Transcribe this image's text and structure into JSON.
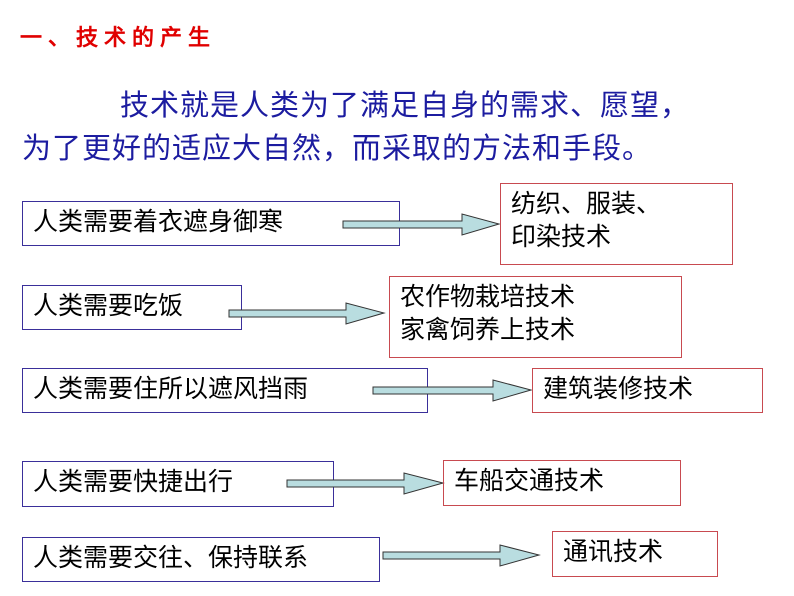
{
  "heading": "一、技术的产生",
  "definition": {
    "line1": "技术就是人类为了满足自身的需求、愿望，",
    "line2": "为了更好的适应大自然，而采取的方法和手段。"
  },
  "rows": [
    {
      "need": "人类需要着衣遮身御寒",
      "tech_lines": [
        "纺织、服装、",
        "印染技术"
      ]
    },
    {
      "need": "人类需要吃饭",
      "tech_lines": [
        "农作物栽培技术",
        "家禽饲养上技术"
      ]
    },
    {
      "need": "人类需要住所以遮风挡雨",
      "tech_lines": [
        "建筑装修技术"
      ]
    },
    {
      "need": "人类需要快捷出行",
      "tech_lines": [
        "车船交通技术"
      ]
    },
    {
      "need": "人类需要交往、保持联系",
      "tech_lines": [
        "通讯技术"
      ]
    }
  ],
  "colors": {
    "heading": "#e00000",
    "definition": "#1c1ca0",
    "need_border": "#3a2f9a",
    "tech_border": "#c84a50",
    "arrow_fill": "#b9dde0"
  }
}
